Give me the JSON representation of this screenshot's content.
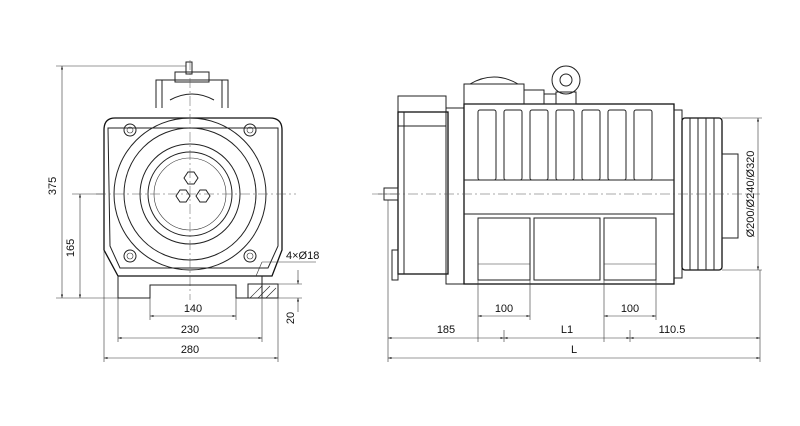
{
  "front_view": {
    "dim_height_total": "375",
    "dim_height_center": "165",
    "dim_base_140": "140",
    "dim_base_230": "230",
    "dim_base_280": "280",
    "dim_foot_20": "20",
    "dim_holes": "4×Ø18"
  },
  "side_view": {
    "dim_185": "185",
    "dim_100_left": "100",
    "dim_L1": "L1",
    "dim_100_right": "100",
    "dim_110_5": "110.5",
    "dim_L": "L",
    "dim_sheave": "Ø200/Ø240/Ø320"
  }
}
